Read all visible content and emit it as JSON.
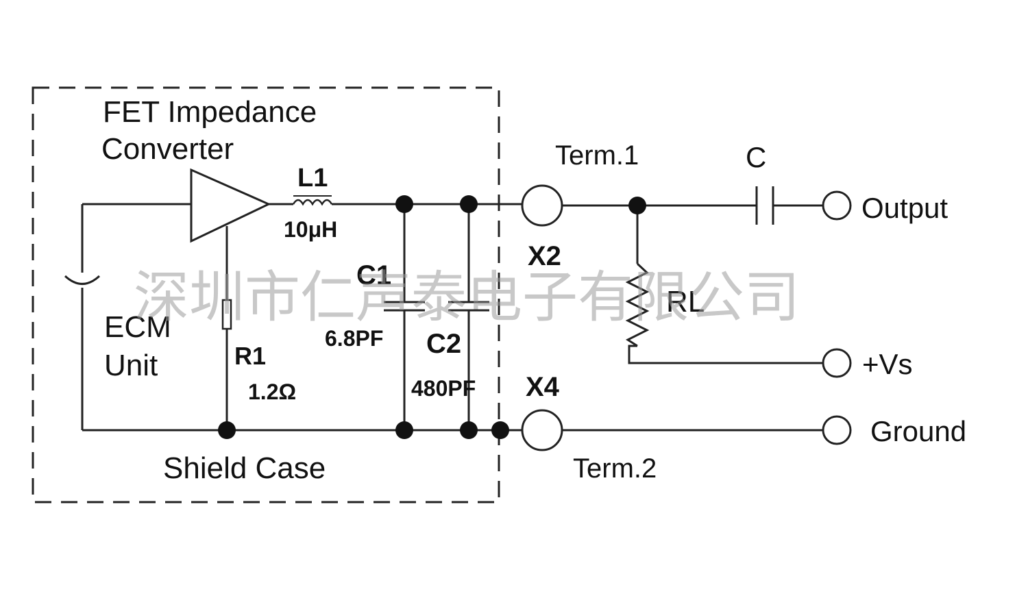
{
  "diagram": {
    "title_line1": "FET Impedance",
    "title_line2": "Converter",
    "ecm_line1": "ECM",
    "ecm_line2": "Unit",
    "shield_case": "Shield Case",
    "inductor": {
      "name": "L1",
      "value": "10μH"
    },
    "resistor_r1": {
      "name": "R1",
      "value": "1.2Ω"
    },
    "capacitor_c1": {
      "name": "C1",
      "value": "6.8PF"
    },
    "capacitor_c2": {
      "name": "C2",
      "value": "480PF"
    },
    "term1": "Term.1",
    "term2": "Term.2",
    "x2": "X2",
    "x4": "X4",
    "capacitor_c": "C",
    "load_resistor": "RL",
    "output": "Output",
    "vs": "+Vs",
    "ground": "Ground",
    "watermark": "深圳市仁声泰电子有限公司"
  }
}
